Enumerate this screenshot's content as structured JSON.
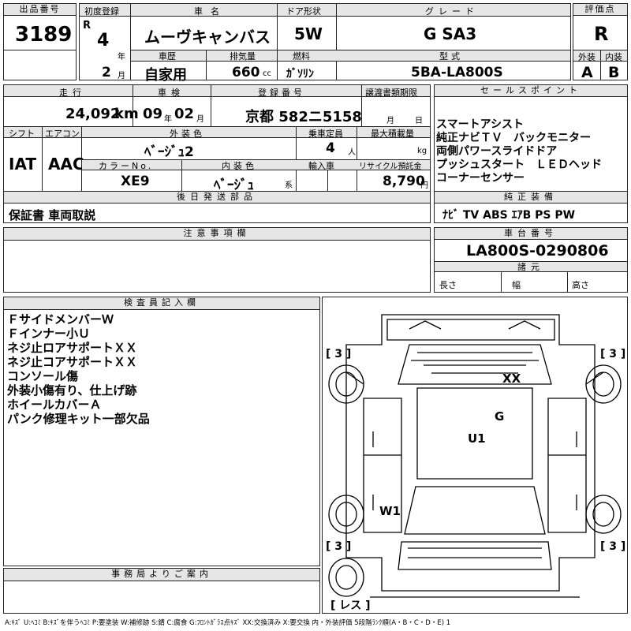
{
  "labels": {
    "lot_no": "出品番号",
    "first_reg": "初度登録",
    "car_name": "車名",
    "door": "ドア形状",
    "grade": "グレード",
    "score": "評価点",
    "reki": "車歴",
    "displacement": "排気量",
    "fuel": "燃料",
    "model": "型式",
    "exterior": "外装",
    "interior": "内装",
    "mileage": "走行",
    "inspection": "車検",
    "reg_no": "登録番号",
    "transfer": "譲渡書類期限",
    "sales_points": "セールスポイント",
    "shift": "シフト",
    "aircon": "エアコン",
    "color": "外装色",
    "capacity": "乗車定員",
    "load": "最大積載量",
    "color_no": "カラーNo.",
    "int_color": "内装色",
    "import": "輸入車",
    "recycle": "リサイクル預託金",
    "later": "後日発送部品",
    "equipment": "純正装備",
    "notes": "注意事項欄",
    "chassis": "車台番号",
    "specs": "諸元",
    "length": "長さ",
    "width": "幅",
    "height": "高さ",
    "inspector": "検査員記入欄",
    "office": "事務局よりご案内"
  },
  "units": {
    "year": "年",
    "month": "月",
    "cc": "cc",
    "km": "km",
    "nen": "年",
    "gatsu": "月",
    "person": "人",
    "kg": "kg",
    "yen": "円",
    "kei": "系",
    "tmonth": "月",
    "tday": "日"
  },
  "values": {
    "lot_no": "3189",
    "era": "R",
    "year": "4",
    "month": "2",
    "car_name": "ムーヴキャンバス",
    "door": "5W",
    "grade": "G SA3",
    "score": "R",
    "reki": "自家用",
    "displacement": "660",
    "fuel": "ｶﾞｿﾘﾝ",
    "model": "5BA-LA800S",
    "exterior": "A",
    "interior": "B",
    "mileage": "24,092",
    "insp_year": "09",
    "insp_month": "02",
    "reg_no": "京都 582ニ5158",
    "shift": "IAT",
    "aircon": "AAC",
    "color": "ﾍﾞｰｼﾞｭ2",
    "capacity": "4",
    "color_no": "XE9",
    "int_color": "ﾍﾞｰｼﾞｭ",
    "recycle": "8,790",
    "later": "保証書 車両取説",
    "equipment": "ﾅﾋﾞ TV ABS ｴｱB PS PW",
    "chassis": "LA800S-0290806"
  },
  "sales_points": [
    "スマートアシスト",
    "純正ナビＴＶ　バックモニター",
    "両側パワースライドドア",
    "プッシュスタート　ＬＥＤヘッド",
    "コーナーセンサー"
  ],
  "inspector_notes": [
    "ＦサイドメンバーＷ",
    "Ｆインナー小Ｕ",
    "ネジ止ロアサポートＸＸ",
    "ネジ止コアサポートＸＸ",
    "コンソール傷",
    "外装小傷有り、仕上げ跡",
    "ホイールカバーＡ",
    "パンク修理キット一部欠品"
  ],
  "diagram": {
    "tire_fl": "[ 3 ]",
    "tire_fr": "[ 3 ]",
    "tire_rl": "[ 3 ]",
    "tire_rr": "[ 3 ]",
    "spare": "[ レス ]",
    "mark_xx": "XX",
    "mark_g": "G",
    "mark_u1": "U1",
    "mark_w1": "W1"
  },
  "legend": "A:ｷｽﾞ U:ﾍｺﾐ B:ｷｽﾞを伴うﾍｺﾐ P:要塗装 W:補修跡 S:錆 C:腐食 G:ﾌﾛﾝﾄｶﾞﾗｽ点ｷｽﾞ XX:交換済み X:要交換 内・外装評価 5段階ﾗﾝｸ順(A・B・C・D・E) 1"
}
